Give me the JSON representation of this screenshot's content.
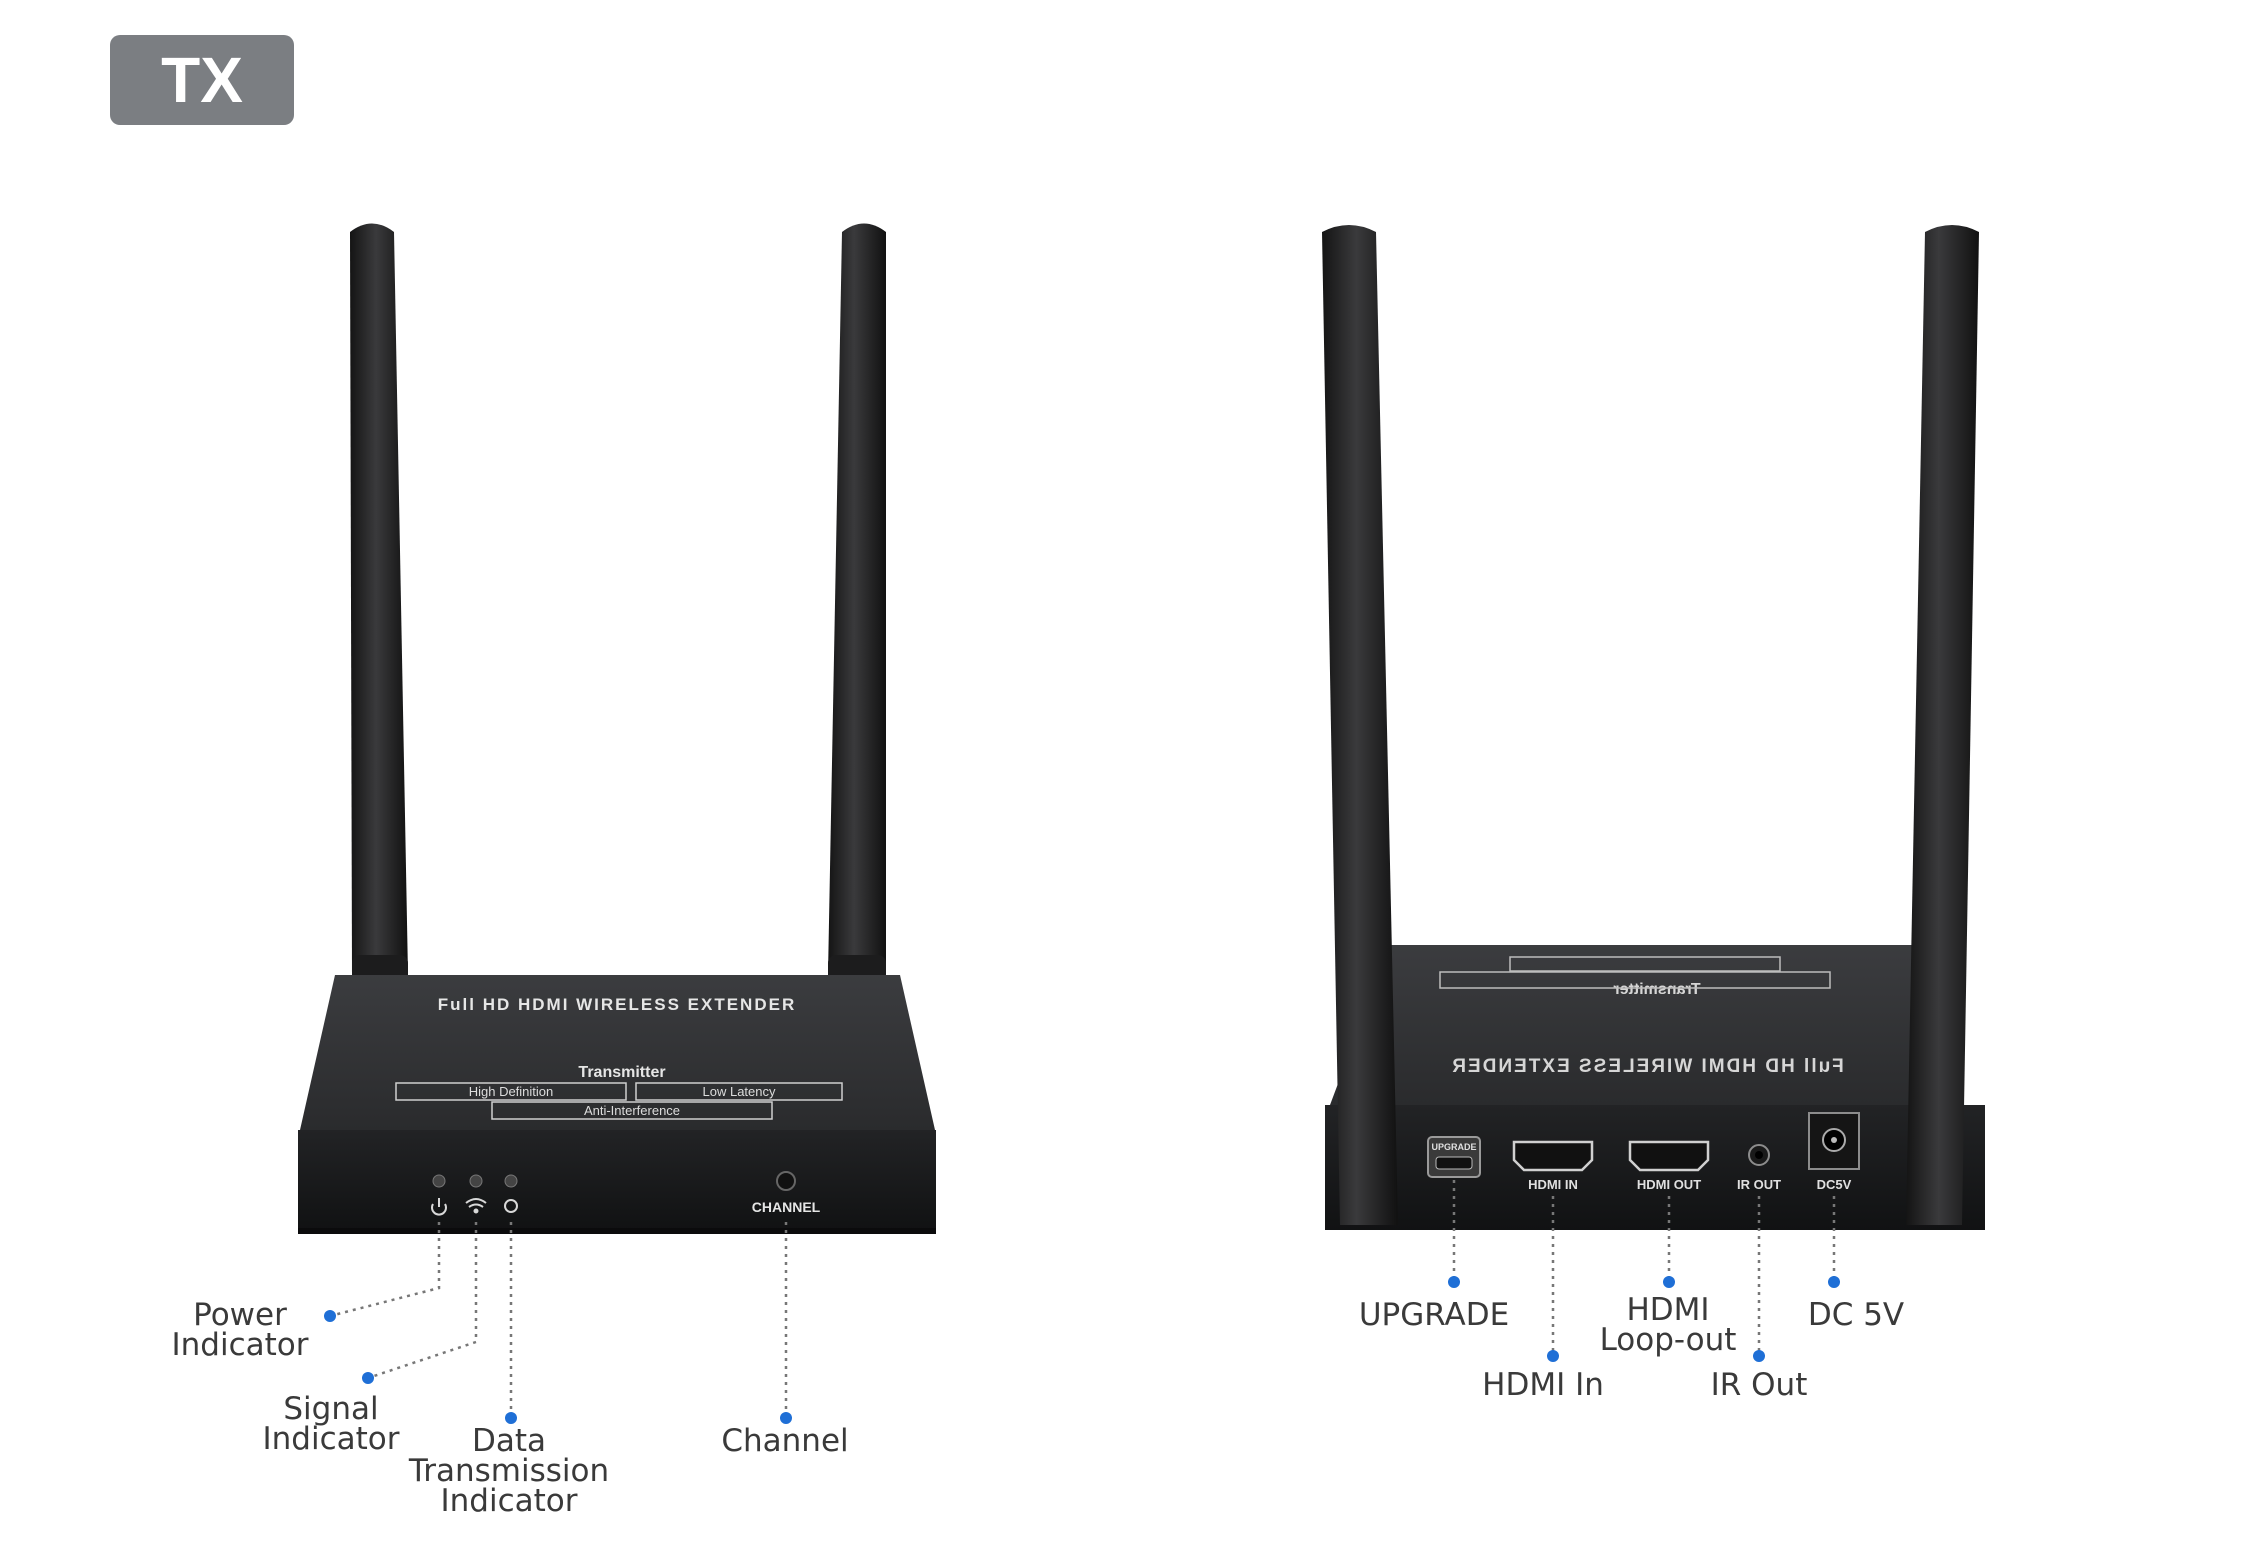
{
  "badge": "TX",
  "colors": {
    "accent_dot": "#1f6fd6",
    "device_body": "#2a2b2d",
    "badge_bg": "#7b7e82"
  },
  "front_device": {
    "top_text": "Full HD HDMI WIRELESS EXTENDER",
    "model": "Transmitter",
    "features": [
      "High Definition",
      "Low Latency",
      "Anti-Interference"
    ],
    "button_label": "CHANNEL",
    "icons": [
      "power-icon",
      "wifi-icon",
      "data-icon"
    ]
  },
  "back_device": {
    "top_text": "Full HD HDMI WIRELESS EXTENDER",
    "model": "Transmitter",
    "ports": [
      "UPGRADE",
      "HDMI IN",
      "HDMI OUT",
      "IR OUT",
      "DC5V"
    ]
  },
  "callouts": {
    "power": "Power\nIndicator",
    "signal": "Signal\nIndicator",
    "data": "Data\nTransmission\nIndicator",
    "channel": "Channel",
    "upgrade": "UPGRADE",
    "hdmi_in": "HDMI In",
    "hdmi_loop": "HDMI\nLoop-out",
    "ir_out": "IR Out",
    "dc": "DC 5V"
  }
}
